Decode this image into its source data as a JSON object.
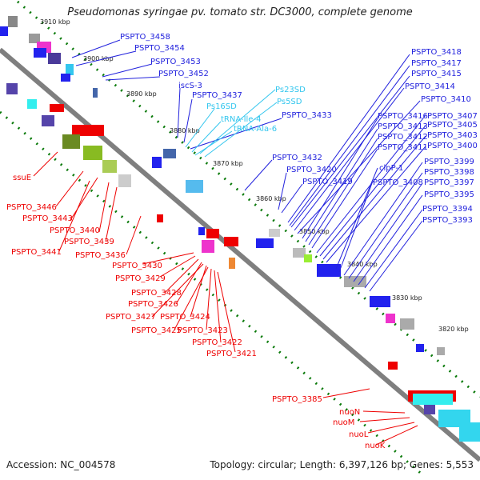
{
  "title": "Pseudomonas syringae pv. tomato str. DC3000, complete genome",
  "accession": "Accession: NC_004578",
  "summary": "Topology: circular; Length: 6,397,126 bp; Genes: 5,553",
  "colors": {
    "backbone": "#7f7f7f",
    "forward": "#0000ee",
    "reverse": "#ee0000",
    "rna": "#33c6ee",
    "tick_dots": "#0a7a0a"
  },
  "ticks": [
    "3910 kbp",
    "3900 kbp",
    "3890 kbp",
    "3880 kbp",
    "3870 kbp",
    "3860 kbp",
    "3850 kbp",
    "3840 kbp",
    "3830 kbp",
    "3820 kbp"
  ],
  "labels_blue": [
    "PSPTO_3458",
    "PSPTO_3454",
    "PSPTO_3453",
    "PSPTO_3452",
    "iscS-3",
    "PSPTO_3437",
    "PSPTO_3433",
    "PSPTO_3432",
    "PSPTO_3420",
    "PSPTO_3419"
  ],
  "labels_cyan": [
    "Ps16SD",
    "Ps23SD",
    "Ps5SD",
    "tRNA-Ile-4",
    "tRNA-Ala-6"
  ],
  "labels_blue_right": [
    "PSPTO_3418",
    "PSPTO_3417",
    "PSPTO_3415",
    "PSPTO_3414",
    "PSPTO_3410",
    "PSPTO_3416",
    "PSPTO_3413",
    "PSPTO_3412",
    "PSPTO_3411",
    "PSPTO_3407",
    "PSPTO_3405",
    "PSPTO_3403",
    "PSPTO_3400",
    "clpP-1",
    "PSPTO_3408",
    "PSPTO_3399",
    "PSPTO_3398",
    "PSPTO_3397",
    "PSPTO_3395",
    "PSPTO_3394",
    "PSPTO_3393"
  ],
  "labels_red": [
    "ssuE",
    "PSPTO_3446",
    "PSPTO_3443",
    "PSPTO_3440",
    "PSPTO_3439",
    "PSPTO_3441",
    "PSPTO_3436",
    "PSPTO_3430",
    "PSPTO_3429",
    "PSPTO_3428",
    "PSPTO_3426",
    "PSPTO_3427",
    "PSPTO_3424",
    "PSPTO_3425",
    "PSPTO_3423",
    "PSPTO_3422",
    "PSPTO_3421"
  ],
  "labels_red_bottom": [
    "PSPTO_3385",
    "nuoN",
    "nuoM",
    "nuoL",
    "nuoK"
  ]
}
